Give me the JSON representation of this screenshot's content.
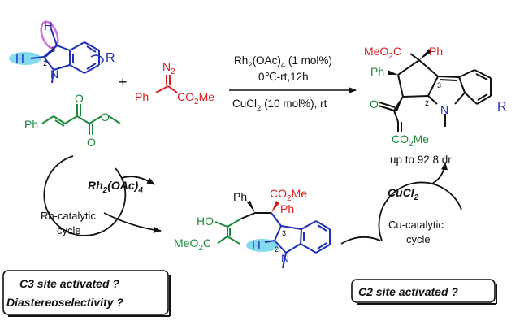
{
  "colors": {
    "indole": "#1f2fb8",
    "diazo": "#d81e1e",
    "enone": "#1a8a3a",
    "ink": "#111111",
    "c3_highlight": "#d070e0",
    "c2_highlight": "#6fd4ec"
  },
  "reactants": {
    "indole": {
      "h_c3": "H",
      "h_c2": "H",
      "locant_3": "3",
      "locant_2": "2",
      "n": "N",
      "r": "R"
    },
    "plus": "+",
    "diazo": {
      "n2": "N",
      "n2_sub": "2",
      "ph": "Ph",
      "ester": "CO",
      "ester_sub": "2",
      "ester_me": "Me"
    },
    "enone": {
      "ph": "Ph",
      "o_ketone": "O",
      "o_ester1": "O",
      "o_ester2": "O"
    }
  },
  "conditions": {
    "line1_rh": "Rh",
    "line1_sub2": "2",
    "line1_oac": "(OAc)",
    "line1_sub4": "4",
    "line1_rest": " (1 mol%)",
    "line2": "0℃-rt,12h",
    "line3_cu": "CuCl",
    "line3_sub": "2",
    "line3_rest": " (10 mol%), rt"
  },
  "product": {
    "meo2c": "MeO",
    "meo2c_sub": "2",
    "meo2c_c": "C",
    "ph_top": "Ph",
    "ph_left": "Ph",
    "locant_3": "3",
    "locant_2": "2",
    "n": "N",
    "r": "R",
    "o_ketone": "O",
    "co2me": "CO",
    "co2me_sub": "2",
    "co2me_me": "Me",
    "dr": "up to 92:8 dr"
  },
  "rh_cycle": {
    "catalyst": "Rh",
    "cat_sub2": "2",
    "cat_oac": "(OAc)",
    "cat_sub4": "4",
    "label_line1": "Rh-catalytic",
    "label_line2": "cycle"
  },
  "intermediate": {
    "ho": "HO",
    "ph": "Ph",
    "co2me": "CO",
    "co2me_sub": "2",
    "co2me_me": "Me",
    "ph2": "Ph",
    "meo2c": "MeO",
    "meo2c_sub": "2",
    "meo2c_c": "C",
    "h": "H",
    "locant_2": "2",
    "locant_3": "3",
    "n": "N"
  },
  "cu_cycle": {
    "catalyst": "CuCl",
    "cat_sub": "2",
    "label_line1": "Cu-catalytic",
    "label_line2": "cycle"
  },
  "questions": {
    "q1_line1": "C3 site activated ?",
    "q1_line2": "Diastereoselectivity ?",
    "q2": "C2 site activated ?"
  }
}
